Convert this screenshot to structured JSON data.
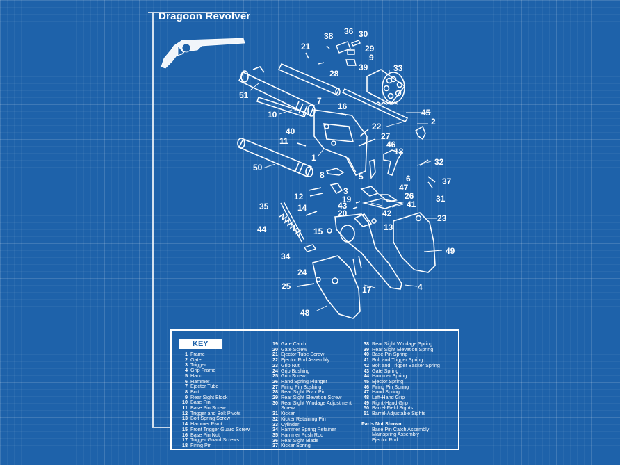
{
  "title": "Dragoon Revolver",
  "key_title": "KEY",
  "callouts": [
    "51",
    "10",
    "11",
    "40",
    "50",
    "21",
    "38",
    "36",
    "30",
    "29",
    "9",
    "39",
    "28",
    "7",
    "33",
    "16",
    "45",
    "22",
    "2",
    "27",
    "46",
    "18",
    "1",
    "8",
    "5",
    "3",
    "6",
    "32",
    "37",
    "12",
    "19",
    "47",
    "14",
    "35",
    "43",
    "20",
    "26",
    "41",
    "31",
    "44",
    "15",
    "42",
    "13",
    "23",
    "34",
    "24",
    "25",
    "17",
    "4",
    "49",
    "48"
  ],
  "key_columns": [
    [
      {
        "n": "1",
        "t": "Frame"
      },
      {
        "n": "2",
        "t": "Gate"
      },
      {
        "n": "3",
        "t": "Trigger"
      },
      {
        "n": "4",
        "t": "Grip Frame"
      },
      {
        "n": "5",
        "t": "Hand"
      },
      {
        "n": "6",
        "t": "Hammer"
      },
      {
        "n": "7",
        "t": "Ejector Tube"
      },
      {
        "n": "8",
        "t": "Bolt"
      },
      {
        "n": "9",
        "t": "Rear Sight Block"
      },
      {
        "n": "10",
        "t": "Base Pin"
      },
      {
        "n": "11",
        "t": "Base Pin Screw"
      },
      {
        "n": "12",
        "t": "Trigger and Bolt Pivots"
      },
      {
        "n": "13",
        "t": "Bolt Spring Screw"
      },
      {
        "n": "14",
        "t": "Hammer Pivot"
      },
      {
        "n": "15",
        "t": "Front Trigger Guard Screw"
      },
      {
        "n": "16",
        "t": "Base Pin Nut"
      },
      {
        "n": "17",
        "t": "Trigger Guard Screws"
      },
      {
        "n": "18",
        "t": "Firing Pin"
      }
    ],
    [
      {
        "n": "19",
        "t": "Gate Catch"
      },
      {
        "n": "20",
        "t": "Gate Screw"
      },
      {
        "n": "21",
        "t": "Ejector Tube Screw"
      },
      {
        "n": "22",
        "t": "Ejector Rod Assembly"
      },
      {
        "n": "23",
        "t": "Grip Nut"
      },
      {
        "n": "24",
        "t": "Grip Bushing"
      },
      {
        "n": "25",
        "t": "Grip Screw"
      },
      {
        "n": "26",
        "t": "Hand Spring Plunger"
      },
      {
        "n": "27",
        "t": "Firing Pin Bushing"
      },
      {
        "n": "28",
        "t": "Rear Sight Pivot Pin"
      },
      {
        "n": "29",
        "t": "Rear Sight Elevation Screw"
      },
      {
        "n": "30",
        "t": "Rear Sight Windage Adjustment"
      },
      {
        "n": "",
        "t": "Screw"
      },
      {
        "n": "31",
        "t": "Kicker"
      },
      {
        "n": "32",
        "t": "Kicker Retaining Pin"
      },
      {
        "n": "33",
        "t": "Cylinder"
      },
      {
        "n": "34",
        "t": "Hammer Spring Retainer"
      },
      {
        "n": "35",
        "t": "Hammer Push Rod"
      },
      {
        "n": "36",
        "t": "Rear Sight Blade"
      },
      {
        "n": "37",
        "t": "Kicker Spring"
      }
    ],
    [
      {
        "n": "38",
        "t": "Rear Sight Windage Spring"
      },
      {
        "n": "39",
        "t": "Rear Sight Elevation Spring"
      },
      {
        "n": "40",
        "t": "Base Pin Spring"
      },
      {
        "n": "41",
        "t": "Bolt and Trigger Spring"
      },
      {
        "n": "42",
        "t": "Bolt and Trigger Backer Spring"
      },
      {
        "n": "43",
        "t": "Gate Spring"
      },
      {
        "n": "44",
        "t": "Hammer Spring"
      },
      {
        "n": "45",
        "t": "Ejector Spring"
      },
      {
        "n": "46",
        "t": "Firing Pin Spring"
      },
      {
        "n": "47",
        "t": "Hand Spring"
      },
      {
        "n": "48",
        "t": "Left-Hand Grip"
      },
      {
        "n": "49",
        "t": "Right-Hand Grip"
      },
      {
        "n": "50",
        "t": "Barrel-Field Sights"
      },
      {
        "n": "51",
        "t": "Barrel-Adjustable Sights"
      }
    ]
  ],
  "parts_not_shown": {
    "heading": "Parts Not Shown",
    "items": [
      "Base Pin Catch Assembly",
      "Mainspring Assembly",
      "Ejector Rod"
    ]
  }
}
